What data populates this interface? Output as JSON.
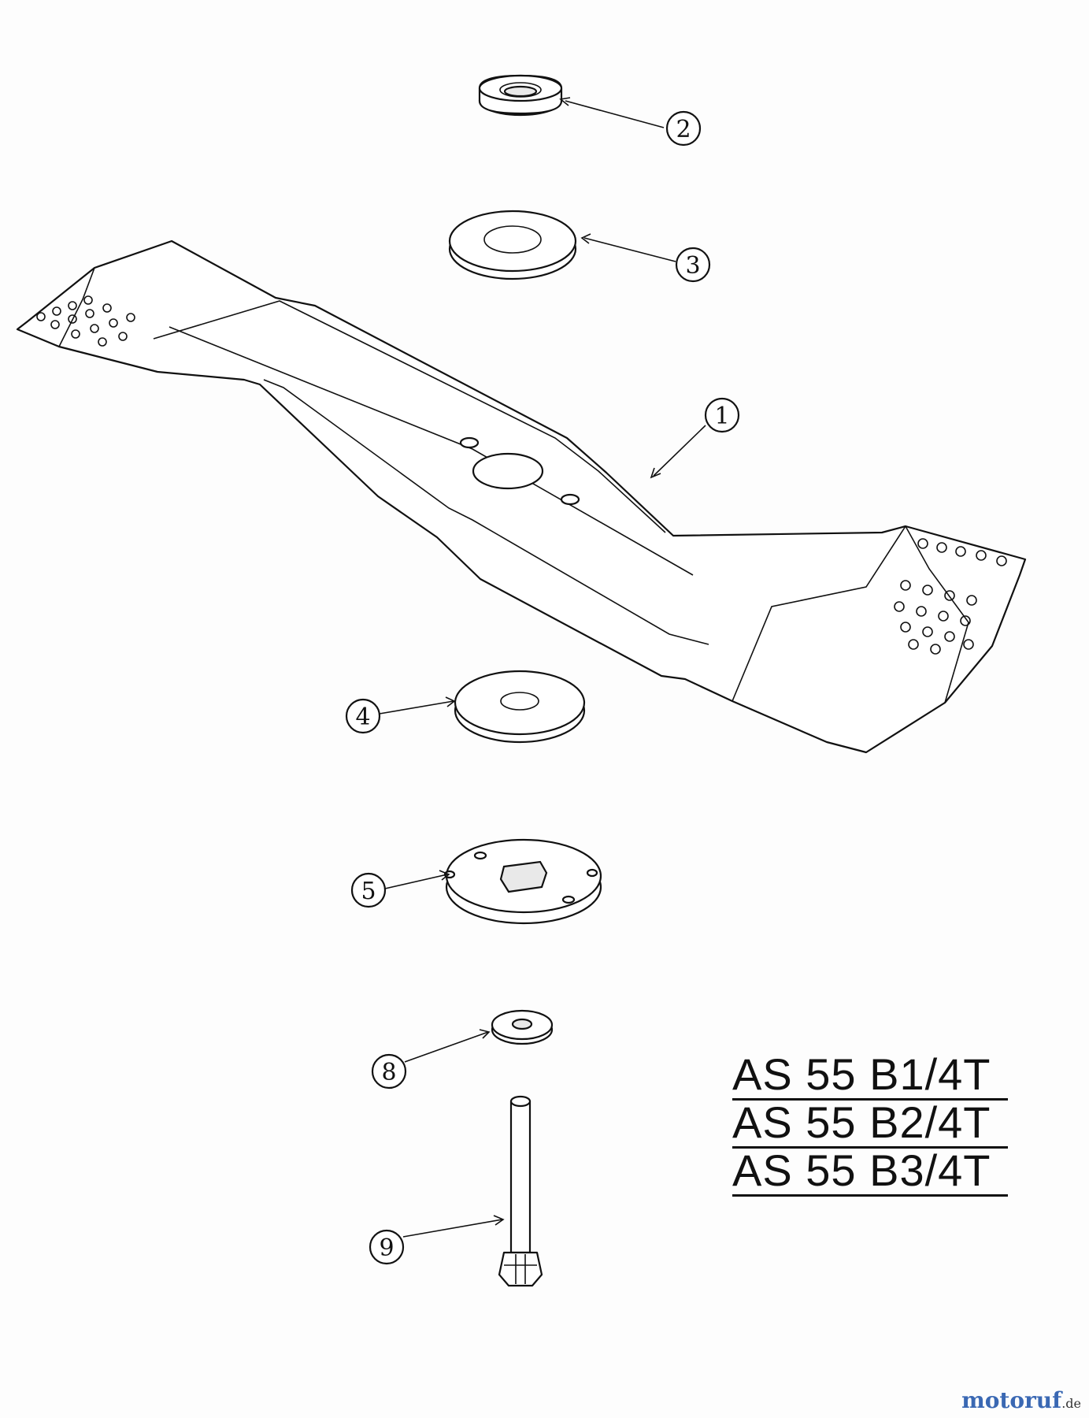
{
  "callouts": [
    "1",
    "2",
    "3",
    "4",
    "5",
    "8",
    "9"
  ],
  "models": [
    "AS 55 B1/4T",
    "AS 55 B2/4T",
    "AS 55 B3/4T"
  ],
  "watermark": {
    "brand": "motoruf",
    "tld": ".de"
  },
  "icons": [
    "blade",
    "washer",
    "bushing",
    "adapter-plate",
    "bolt"
  ]
}
